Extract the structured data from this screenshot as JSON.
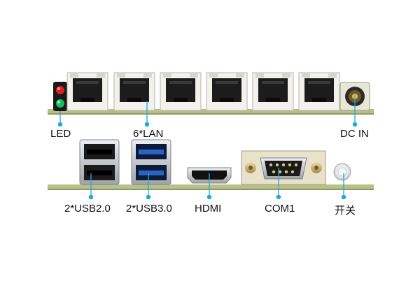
{
  "labels": {
    "led": "LED",
    "lan": "6*LAN",
    "dc_in": "DC IN",
    "usb2": "2*USB2.0",
    "usb3": "2*USB3.0",
    "hdmi": "HDMI",
    "com": "COM1",
    "switch": "开关"
  },
  "colors": {
    "pcb": "#b7c08a",
    "pcb_dark": "#8f9a62",
    "callout": "#1fa8dc",
    "led_red": "#e02020",
    "led_green": "#16c060",
    "usb3_blue": "#2a63c6",
    "metal": "#c9ccd0",
    "com_gold": "#c8a560"
  },
  "icons": {
    "lan_port": "rj45-port-icon",
    "usb_port": "usb-port-icon",
    "hdmi_port": "hdmi-port-icon",
    "com_port": "db9-port-icon",
    "dc_jack": "dc-jack-icon",
    "power_switch": "power-button-icon",
    "led": "led-indicator-icon"
  }
}
